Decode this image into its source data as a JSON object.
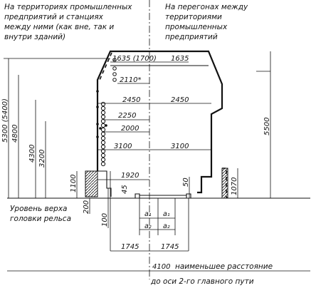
{
  "captions": {
    "left": [
      "На территориях промышленных",
      "предприятий и станциях",
      "между ними (как вне, так и",
      "внутри зданий)"
    ],
    "right": [
      "На перегонах между",
      "территориями",
      "промышленных",
      "предприятий"
    ],
    "rail_level": [
      "Уровень верха",
      "головки рельса"
    ],
    "min_distance": "наименьшее расстояние",
    "to_axis": "до оси 2-го главного пути"
  },
  "dimensions": {
    "top_left": "1635 (1700)",
    "top_right": "1635",
    "w2110": "2110*",
    "w2450_left": "2450",
    "w2450_right": "2450",
    "w2250": "2250",
    "w2000": "2000",
    "w3100_left": "3100",
    "w3100_right": "3100",
    "w1920": "1920",
    "w1745_left": "1745",
    "w1745_right": "1745",
    "w4100": "4100",
    "h5300": "5300 (5400)",
    "h4800": "4800",
    "h4300": "4300",
    "h3200": "3200",
    "h1100": "1100",
    "h200": "200",
    "h100": "100",
    "h45": "45",
    "h50": "50",
    "h1070": "1070",
    "h5500": "5500",
    "a1_left": "a₁",
    "a1_right": "a₁",
    "a2_left": "a₂",
    "a2_right": "a₂"
  }
}
